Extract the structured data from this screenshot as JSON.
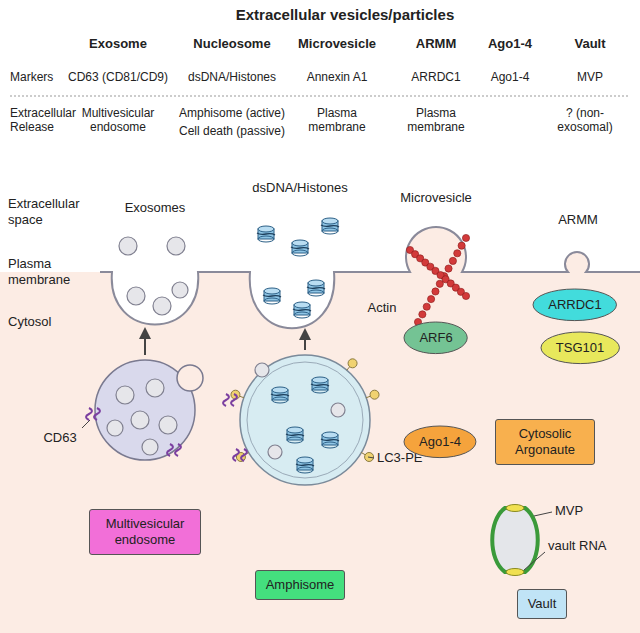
{
  "diagram": {
    "title": "Extracellular vesicles/particles",
    "nodes": [
      {
        "text": [
          "ARRDC1"
        ]
      },
      {
        "text": [
          "ARF6"
        ]
      },
      {
        "text": [
          "TSG101"
        ]
      },
      {
        "text": [
          "Ago1-4"
        ]
      },
      {
        "text": [
          "Cytosolic Argonaute"
        ]
      },
      {
        "text": [
          "Multivesicular endosome"
        ]
      },
      {
        "text": [
          "Amphisome"
        ]
      },
      {
        "text": [
          "Vault"
        ]
      }
    ],
    "labels": [
      "Exosome",
      "Nucleosome",
      "Microvesicle",
      "ARMM",
      "Ago1-4",
      "Vault",
      "Markers",
      "CD63 (CD81/CD9)",
      "dsDNA/Histones",
      "Annexin A1",
      "ARRDC1",
      "Ago1-4",
      "MVP",
      "Extracellular Release",
      "Multivesicular endosome",
      "Amphisome (active)",
      "Cell death (passive)",
      "Plasma membrane",
      "Plasma membrane",
      "? (non-exosomal)",
      "Extracellular space",
      "Plasma membrane",
      "Cytosol",
      "Exosomes",
      "dsDNA/Histones",
      "Microvesicle",
      "ARMM",
      "Actin",
      "CD63",
      "LC3-PE",
      "MVP",
      "vault RNA"
    ]
  }
}
